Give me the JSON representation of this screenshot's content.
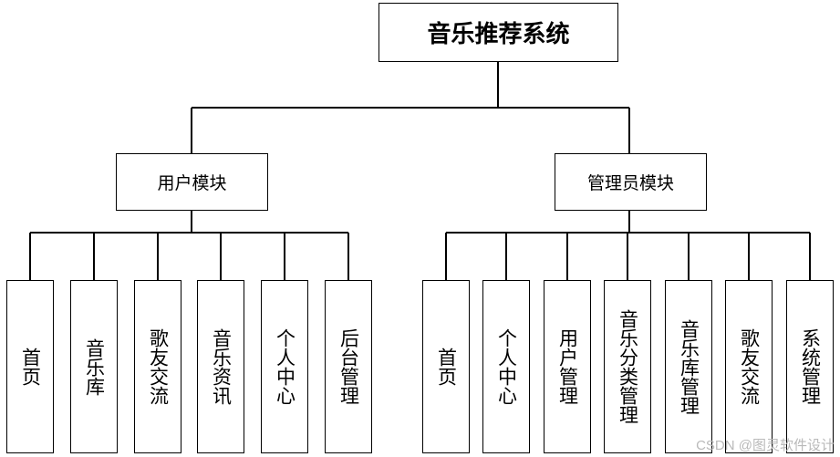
{
  "root": {
    "label": "音乐推荐系统"
  },
  "modules": [
    {
      "label": "用户模块",
      "children": [
        "首页",
        "音乐库",
        "歌友交流",
        "音乐资讯",
        "个人中心",
        "后台管理"
      ]
    },
    {
      "label": "管理员模块",
      "children": [
        "首页",
        "个人中心",
        "用户管理",
        "音乐分类管理",
        "音乐库管理",
        "歌友交流",
        "系统管理"
      ]
    }
  ],
  "watermark": "CSDN @图灵软件设计"
}
